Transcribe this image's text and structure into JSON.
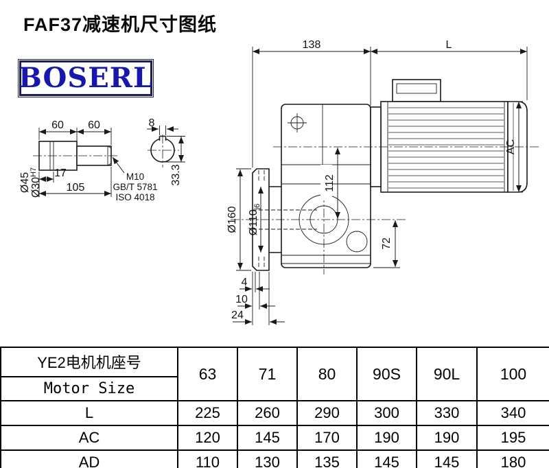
{
  "page": {
    "title": "FAF37减速机尺寸图纸",
    "logo": "BOSERL"
  },
  "colors": {
    "logo_text": "#1717ad",
    "logo_border": "#1e1e52",
    "line": "#1a1a1a"
  },
  "drawing": {
    "dims": {
      "top_138": "138",
      "motor_length": "L",
      "motor_ac": "AC",
      "shaft_60a": "60",
      "shaft_60b": "60",
      "key_width": "8",
      "key_depth": "33.3",
      "shaft_d45": "Ø45",
      "shaft_d30": "Ø30",
      "shaft_d30_tol": "H7",
      "shaft_17": "17",
      "shaft_105": "105",
      "thread_m10": "M10",
      "thread_gbt": "GB/T 5781",
      "thread_iso": "ISO 4018",
      "flange_d160": "Ø160",
      "flange_d110": "Ø110",
      "flange_d110_tol": "j6",
      "center_112": "112",
      "center_72": "72",
      "offset_4": "4",
      "offset_10": "10",
      "offset_24": "24"
    }
  },
  "table": {
    "header": {
      "label_cn": "YE2电机机座号",
      "label_en": "Motor Size",
      "cols": [
        "63",
        "71",
        "80",
        "90S",
        "90L",
        "100"
      ]
    },
    "rows": [
      {
        "label": "L",
        "values": [
          "225",
          "260",
          "290",
          "300",
          "330",
          "340"
        ]
      },
      {
        "label": "AC",
        "values": [
          "120",
          "145",
          "170",
          "190",
          "190",
          "195"
        ]
      },
      {
        "label": "AD",
        "values": [
          "110",
          "130",
          "135",
          "145",
          "145",
          "180"
        ]
      }
    ]
  }
}
